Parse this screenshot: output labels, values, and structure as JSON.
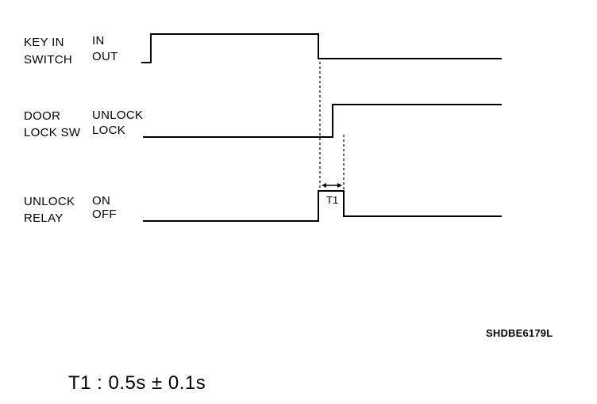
{
  "signals": {
    "key": {
      "name_1": "KEY IN",
      "name_2": "SWITCH",
      "state_high": "IN",
      "state_low": "OUT"
    },
    "door": {
      "name_1": "DOOR",
      "name_2": "LOCK SW",
      "state_high": "UNLOCK",
      "state_low": "LOCK"
    },
    "relay": {
      "name_1": "UNLOCK",
      "name_2": "RELAY",
      "state_high": "ON",
      "state_low": "OFF"
    }
  },
  "timing_label": "T1",
  "figure_code": "SHDBE6179L",
  "formula": "T1 : 0.5s ± 0.1s"
}
